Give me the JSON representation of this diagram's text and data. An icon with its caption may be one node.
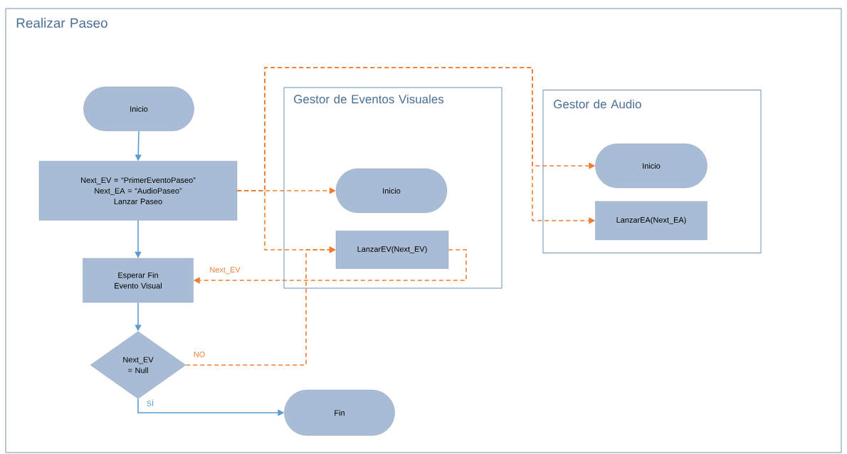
{
  "diagram": {
    "nodes": [
      {
        "text": [
          "Realizar Paseo"
        ]
      },
      {
        "text": [
          "Inicio"
        ],
        "in": 0
      },
      {
        "text": [
          "Next_EV = “PrimerEventoPaseo”",
          "Next_EA = “AudioPaseo”",
          "Lanzar Paseo"
        ],
        "in": 0
      },
      {
        "text": [
          "Esperar Fin Evento Visual"
        ],
        "in": 0
      },
      {
        "text": [
          "Next_EV = Null"
        ],
        "in": 0
      },
      {
        "text": [
          "Fin"
        ],
        "in": 0
      },
      {
        "text": [
          "Gestor de Eventos Visuales"
        ],
        "in": 0
      },
      {
        "text": [
          "Inicio"
        ],
        "in": 6
      },
      {
        "text": [
          "LanzarEV(Next_EV)"
        ],
        "in": 6
      },
      {
        "text": [
          "Gestor de Audio"
        ],
        "in": 0
      },
      {
        "text": [
          "Inicio"
        ],
        "in": 9
      },
      {
        "text": [
          "LanzarEA(Next_EA)"
        ],
        "in": 9
      }
    ],
    "edges": [
      {
        "from": 1,
        "to": 2,
        "arrow": "to",
        "color": "#5b9bd5"
      },
      {
        "from": 2,
        "to": 3,
        "arrow": "to",
        "color": "#5b9bd5"
      },
      {
        "from": 3,
        "to": 4,
        "arrow": "to",
        "color": "#5b9bd5"
      },
      {
        "from": 4,
        "to": 5,
        "arrow": "to",
        "label": "SÍ",
        "color": "#5b9bd5"
      },
      {
        "from": 2,
        "to": 7,
        "arrow": "to",
        "style": "dashed",
        "color": "#ed7d31"
      },
      {
        "from": 2,
        "to": 8,
        "arrow": "to",
        "style": "dashed",
        "color": "#ed7d31"
      },
      {
        "from": 2,
        "to": 10,
        "arrow": "to",
        "style": "dashed",
        "color": "#ed7d31"
      },
      {
        "from": 2,
        "to": 11,
        "arrow": "to",
        "style": "dashed",
        "color": "#ed7d31"
      },
      {
        "from": 8,
        "to": 3,
        "arrow": "to",
        "label": "Next_EV",
        "style": "dashed",
        "color": "#ed7d31"
      },
      {
        "from": 4,
        "to": 8,
        "arrow": "to",
        "label": "NO",
        "style": "dashed",
        "color": "#ed7d31"
      }
    ]
  }
}
